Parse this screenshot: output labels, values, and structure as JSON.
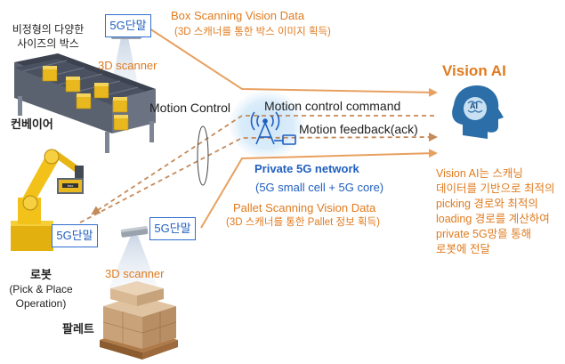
{
  "labels": {
    "box_title_line1": "비정형의 다양한",
    "box_title_line2": "사이즈의 박스",
    "conveyor": "컨베이어",
    "scanner_top": "3D scanner",
    "scanner_bottom": "3D scanner",
    "terminal": "5G단말",
    "box_scan_title": "Box Scanning Vision Data",
    "box_scan_sub": "(3D 스캐너를 통한 박스 이미지 획득)",
    "motion_control": "Motion Control",
    "motion_control_command": "Motion control command",
    "motion_feedback": "Motion feedback(ack)",
    "network_title": "Private 5G network",
    "network_sub": "(5G small cell + 5G core)",
    "pallet_scan_title": "Pallet Scanning Vision Data",
    "pallet_scan_sub": "(3D 스캐너를 통한 Pallet 정보 획득)",
    "vision_ai": "Vision AI",
    "robot_line1": "로봇",
    "robot_line2": "(Pick & Place",
    "robot_line3": "Operation)",
    "pallet": "팔레트",
    "ai_badge": "AI"
  },
  "vision_ai_desc": [
    "Vision AI는 스캐닝",
    "데이터를 기반으로 최적의",
    "picking 경로와 최적의",
    "loading 경로를 계산하여",
    "private 5G망을 통해",
    "로봇에 전달"
  ],
  "colors": {
    "orange": "#e07b1f",
    "blue": "#1f5fbf",
    "robot_yellow": "#f2c21a",
    "ai_blue": "#2b6ea8"
  }
}
